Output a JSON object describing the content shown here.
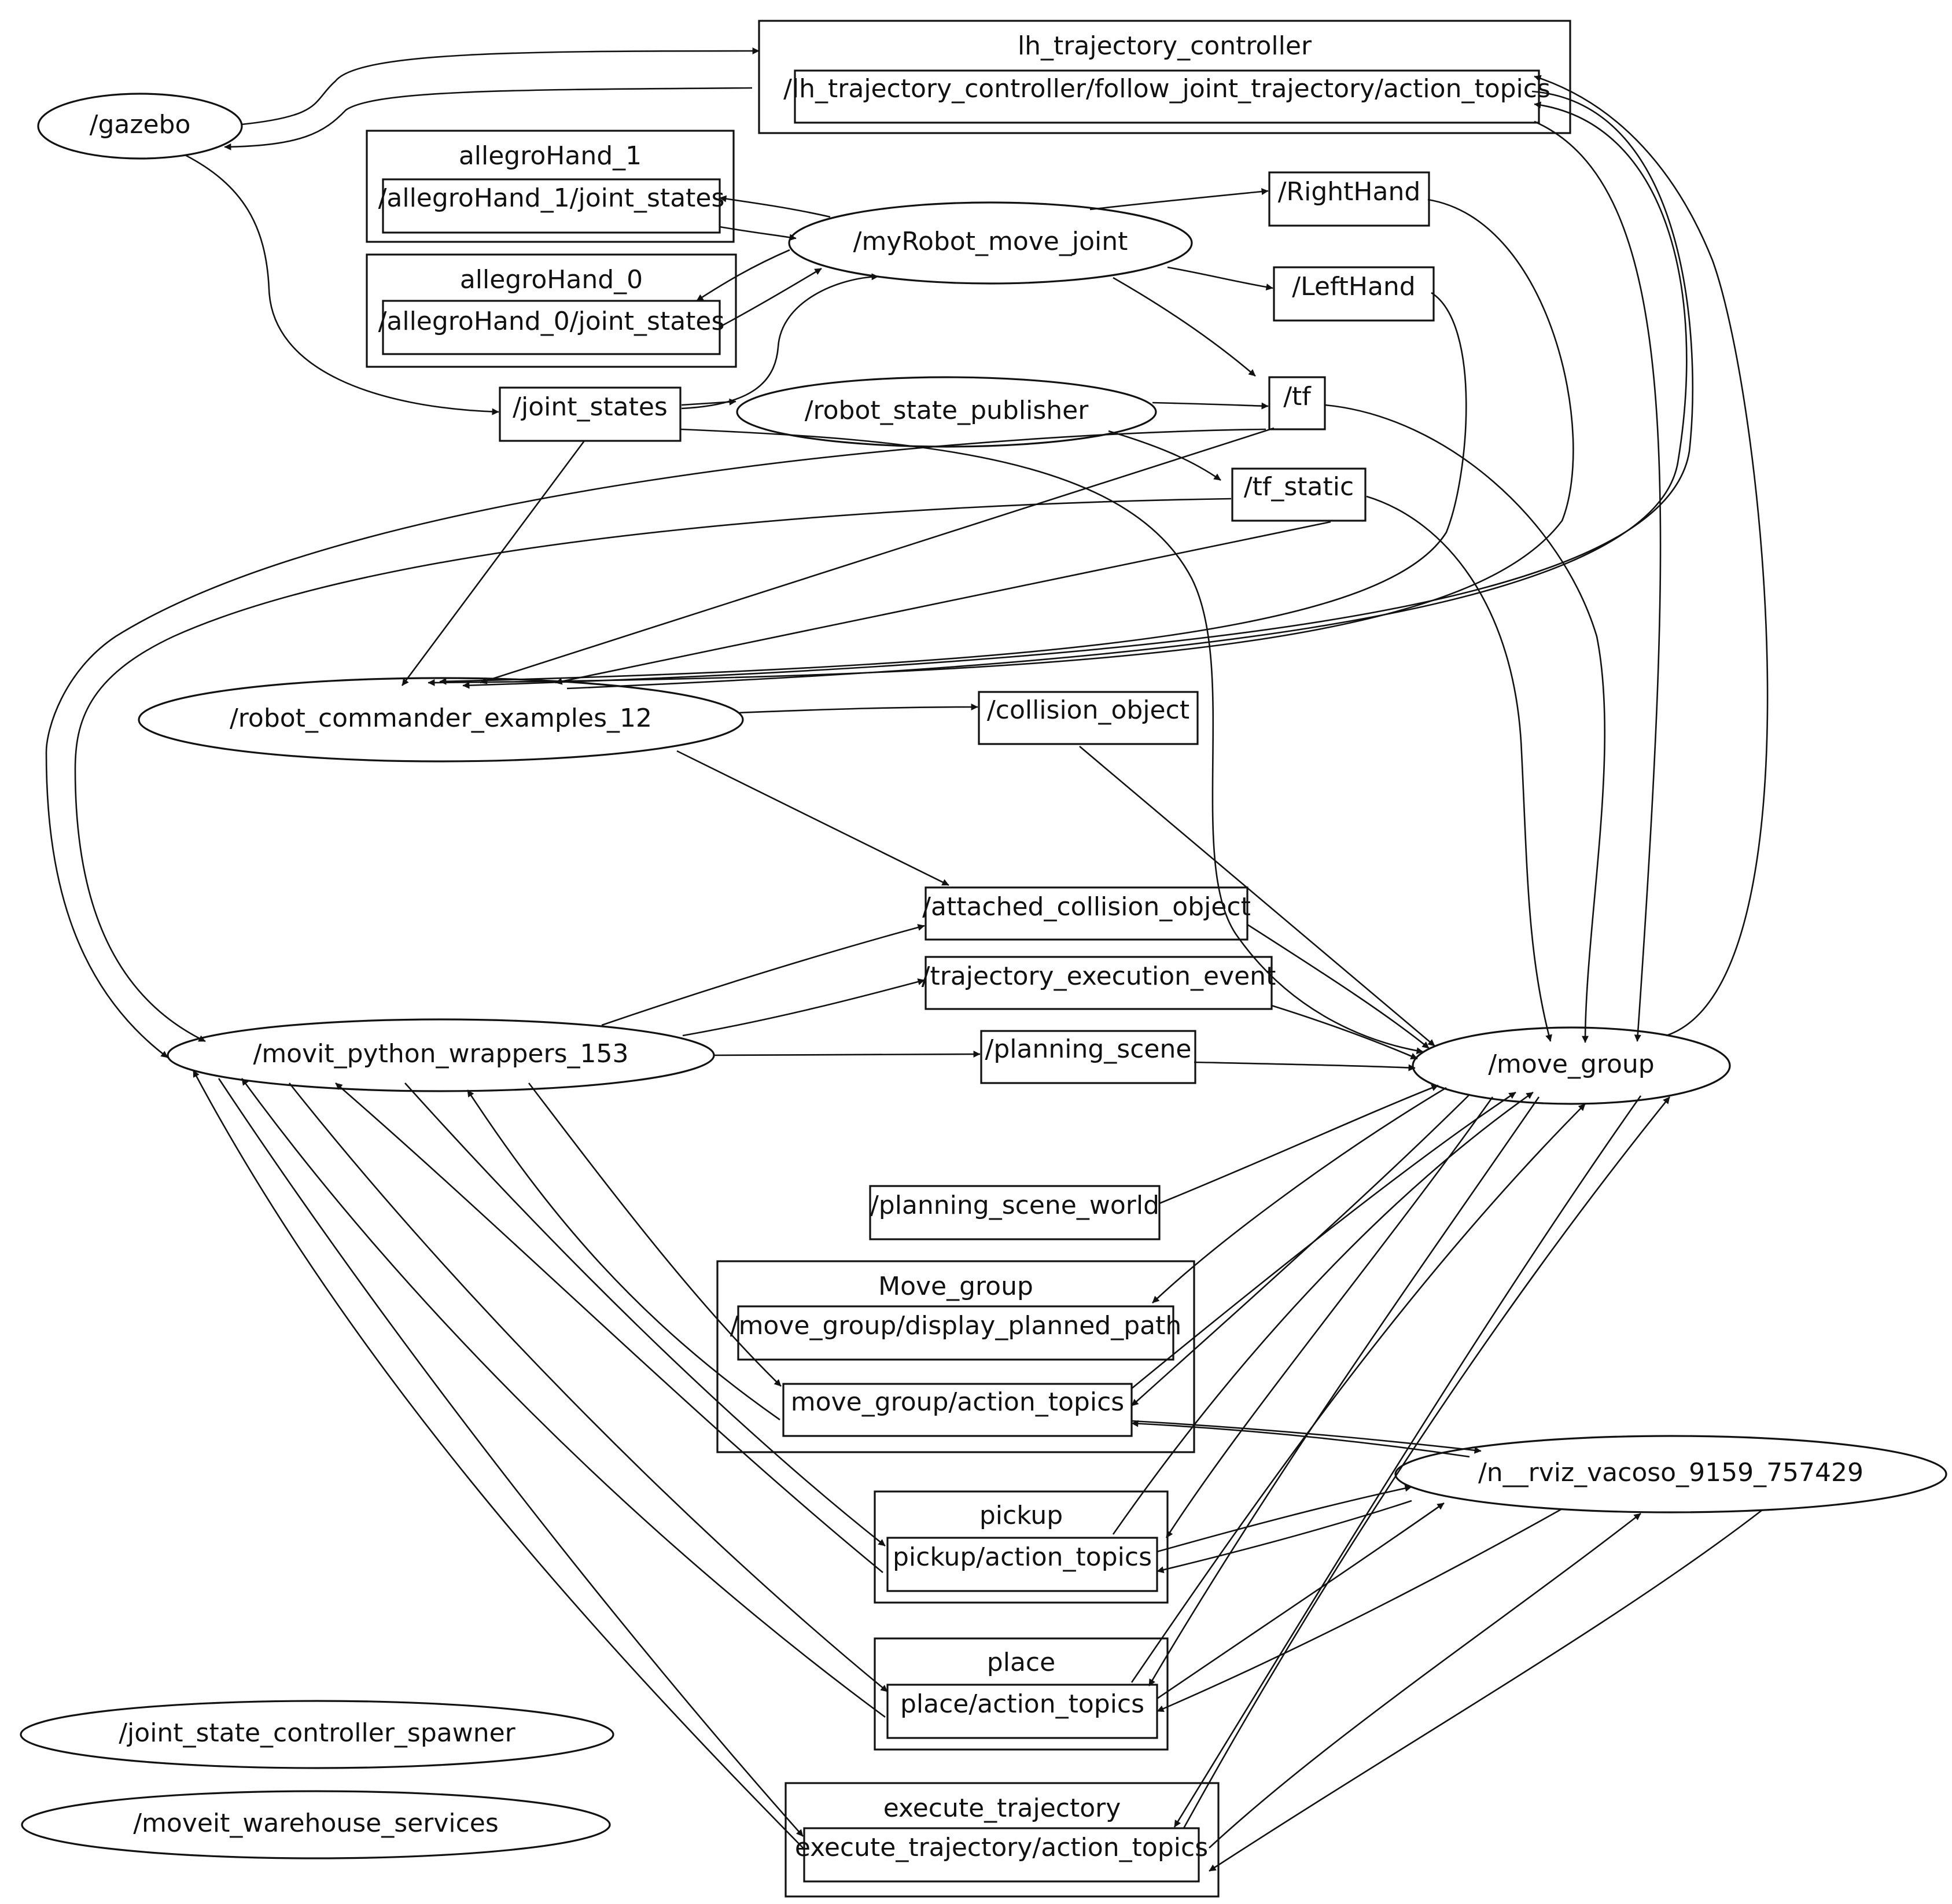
{
  "node_labels": {
    "gazebo": "/gazebo",
    "myrobot_move_joint": "/myRobot_move_joint",
    "robot_state_publisher": "/robot_state_publisher",
    "robot_commander_examples": "/robot_commander_examples_12",
    "movit_python_wrappers": "/movit_python_wrappers_153",
    "move_group_node": "/move_group",
    "rviz": "/n__rviz_vacoso_9159_757429",
    "joint_state_controller_spawner": "/joint_state_controller_spawner",
    "moveit_warehouse_services": "/moveit_warehouse_services"
  },
  "topic_labels": {
    "lh_follow_joint_trajectory": "/lh_trajectory_controller/follow_joint_trajectory/action_topics",
    "allegro1_joint_states": "/allegroHand_1/joint_states",
    "allegro0_joint_states": "/allegroHand_0/joint_states",
    "right_hand": "/RightHand",
    "left_hand": "/LeftHand",
    "joint_states": "/joint_states",
    "tf": "/tf",
    "tf_static": "/tf_static",
    "collision_object": "/collision_object",
    "attached_collision_object": "/attached_collision_object",
    "trajectory_execution_event": "/trajectory_execution_event",
    "planning_scene": "/planning_scene",
    "planning_scene_world": "/planning_scene_world",
    "display_planned_path": "/move_group/display_planned_path",
    "move_group_action_topics": "move_group/action_topics",
    "pickup_action_topics": "pickup/action_topics",
    "place_action_topics": "place/action_topics",
    "execute_trajectory_action_topics": "execute_trajectory/action_topics"
  },
  "group_labels": {
    "lh_trajectory_controller": "lh_trajectory_controller",
    "allegro_hand_1": "allegroHand_1",
    "allegro_hand_0": "allegroHand_0",
    "move_group_group": "Move_group",
    "pickup_group": "pickup",
    "place_group": "place",
    "execute_trajectory_group": "execute_trajectory"
  }
}
